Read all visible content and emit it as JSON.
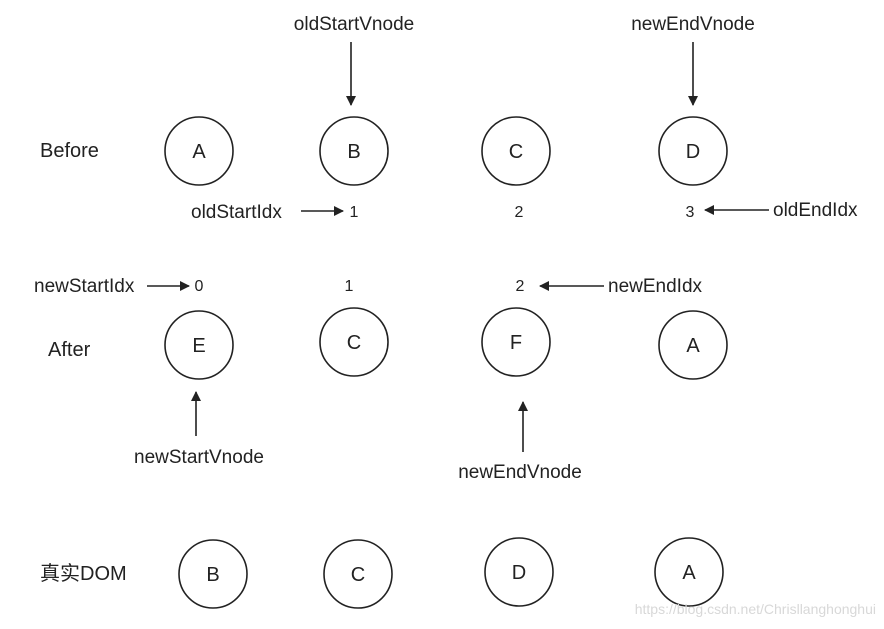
{
  "rows": {
    "before": "Before",
    "after": "After",
    "real_dom": "真实DOM"
  },
  "nodes": {
    "before": [
      "A",
      "B",
      "C",
      "D"
    ],
    "after": [
      "E",
      "C",
      "F",
      "A"
    ],
    "real_dom": [
      "B",
      "C",
      "D",
      "A"
    ]
  },
  "indices": {
    "before": [
      "1",
      "2",
      "3"
    ],
    "after": [
      "0",
      "1",
      "2"
    ]
  },
  "pointers": {
    "old_start_vnode": "oldStartVnode",
    "new_end_vnode_top": "newEndVnode",
    "old_start_idx": "oldStartIdx",
    "old_end_idx": "oldEndIdx",
    "new_start_idx": "newStartIdx",
    "new_end_idx": "newEndIdx",
    "new_start_vnode": "newStartVnode",
    "new_end_vnode_bottom": "newEndVnode"
  },
  "watermark": "https://blog.csdn.net/Chrisllanghonghui"
}
